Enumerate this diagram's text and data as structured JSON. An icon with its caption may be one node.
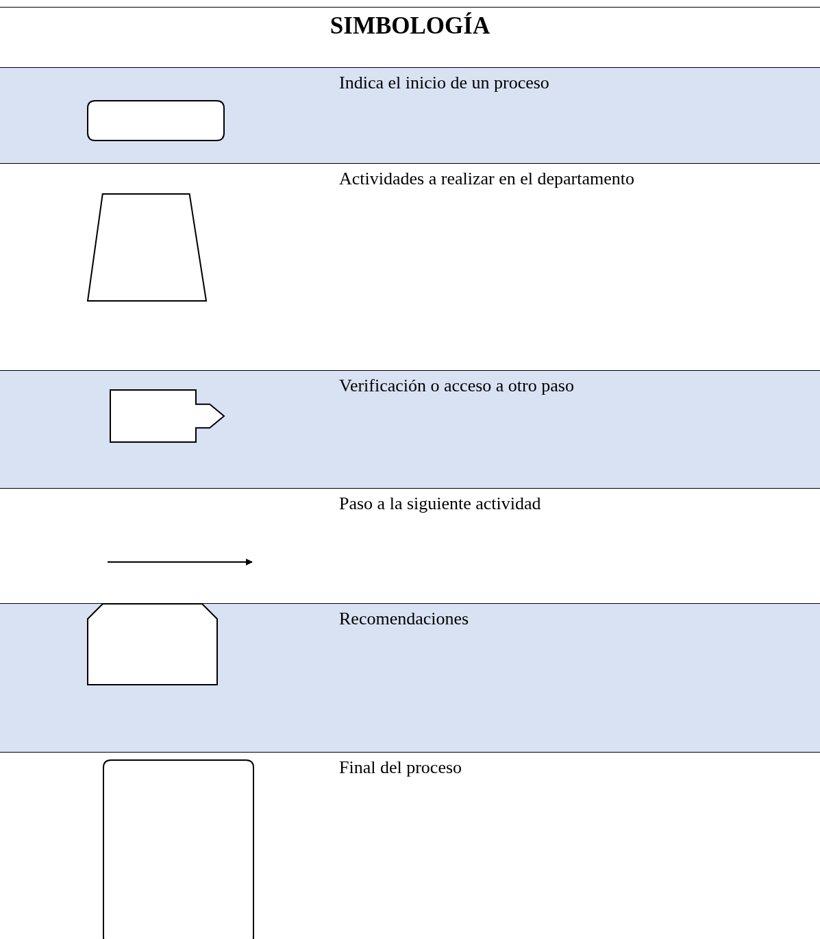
{
  "diagram": {
    "title": "SIMBOLOGÍA",
    "nodes": [
      {
        "text": [],
        "shape": "box"
      },
      {
        "text": [],
        "shape": "trapezoid"
      },
      {
        "text": [],
        "shape": "flag"
      },
      {
        "text": [],
        "shape": "card"
      },
      {
        "text": [],
        "shape": "box"
      }
    ],
    "legend": [
      {
        "text": "Indica el inicio de un proceso"
      },
      {
        "text": "Actividades a realizar en el departamento"
      },
      {
        "text": "Verificación o acceso a otro paso"
      },
      {
        "text": "Paso a la siguiente actividad"
      },
      {
        "text": "Recomendaciones"
      },
      {
        "text": "Final del proceso"
      }
    ]
  }
}
